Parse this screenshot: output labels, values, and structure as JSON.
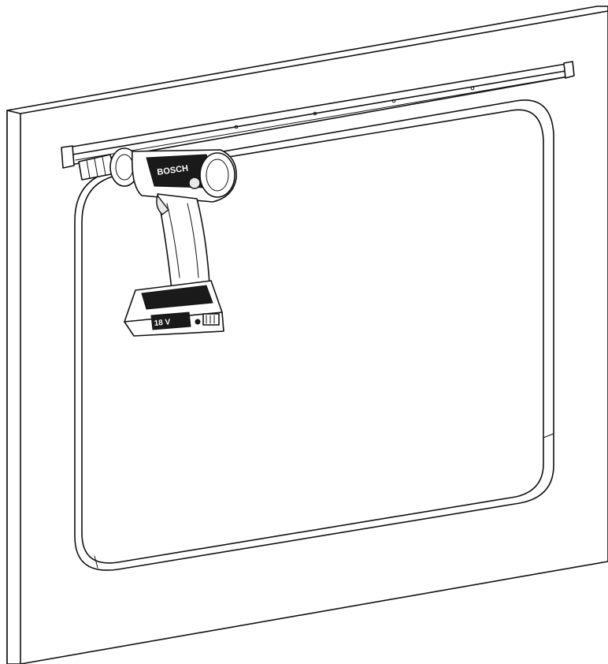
{
  "drawing": {
    "style": "black line art on white",
    "drill": {
      "brand_text": "BOSCH",
      "battery_text": "18 V"
    },
    "colors": {
      "line": "#111111",
      "background": "#ffffff"
    }
  }
}
